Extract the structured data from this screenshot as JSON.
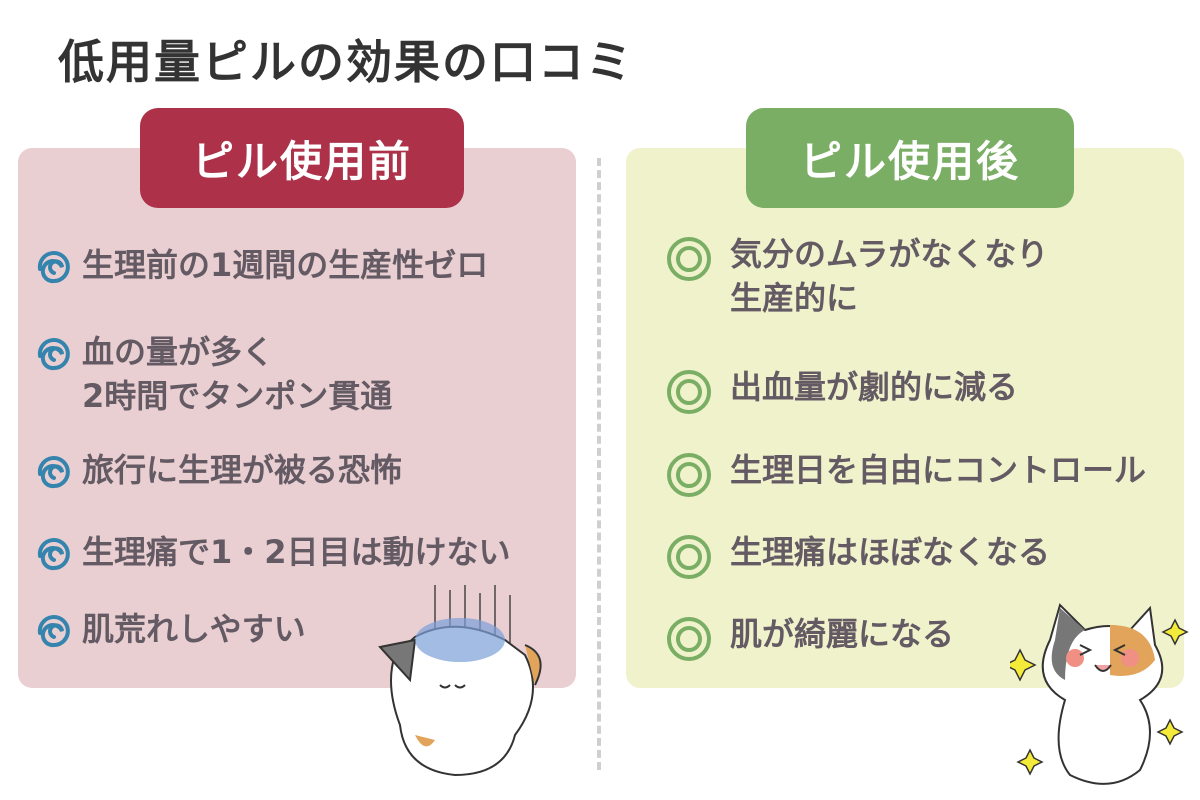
{
  "title": "低用量ピルの効果の口コミ",
  "before": {
    "label": "ピル使用前",
    "color": "#ac3149",
    "items": [
      "生理前の1週間の生産性ゼロ",
      "血の量が多く\n2時間でタンポン貫通",
      "旅行に生理が被る恐怖",
      "生理痛で1・2日目は動けない",
      "肌荒れしやすい"
    ]
  },
  "after": {
    "label": "ピル使用後",
    "color": "#7aae65",
    "items": [
      "気分のムラがなくなり\n生産的に",
      "出血量が劇的に減る",
      "生理日を自由にコントロール",
      "生理痛はほぼなくなる",
      "肌が綺麗になる"
    ]
  }
}
